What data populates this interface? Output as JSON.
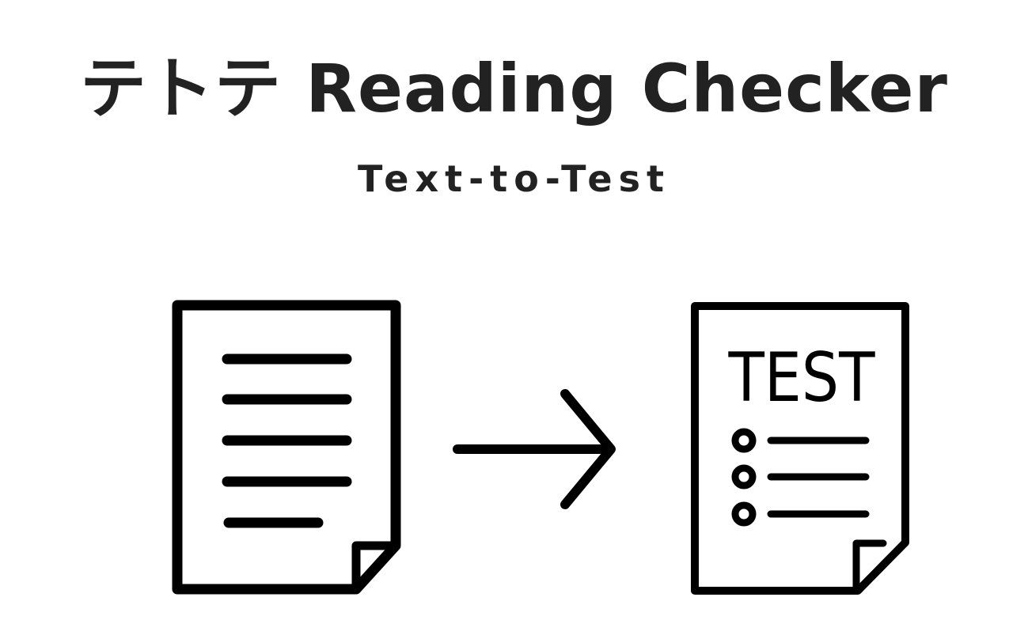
{
  "header": {
    "title": "テトテ Reading Checker",
    "subtitle": "Text-to-Test"
  },
  "illustration": {
    "source_icon": "document-text-icon",
    "connector_icon": "arrow-right-icon",
    "target_icon": "test-sheet-icon",
    "target_label": "TEST",
    "stroke_color": "#000000",
    "text_color": "#222222",
    "background": "#ffffff"
  }
}
